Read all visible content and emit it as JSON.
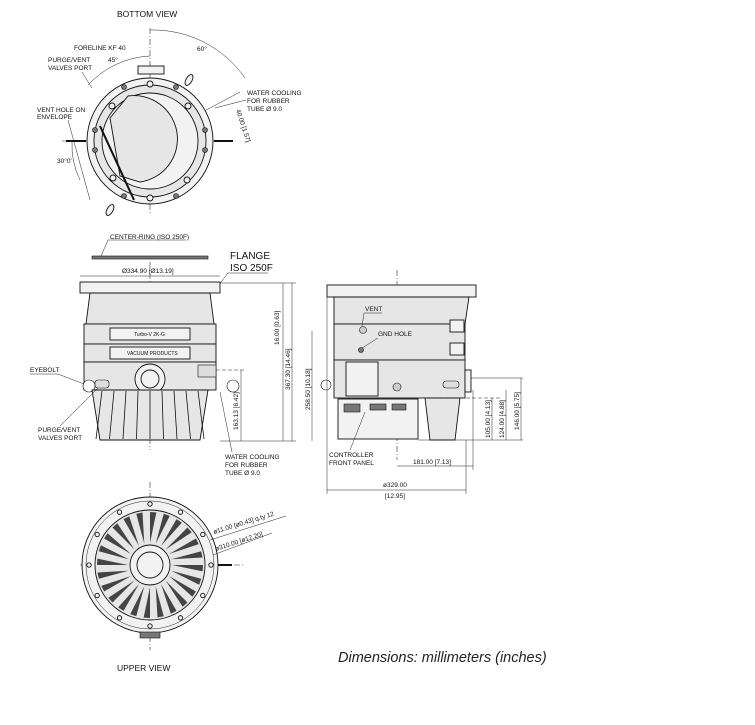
{
  "bottom_view": {
    "title": "BOTTOM VIEW",
    "foreline": "FORELINE KF 40",
    "purge_vent": [
      "PURGE/VENT",
      "VALVES PORT"
    ],
    "vent_hole": [
      "VENT HOLE ON",
      "ENVELOPE"
    ],
    "water_cooling": [
      "WATER COOLING",
      "FOR RUBBER",
      "TUBE Ø 9.0"
    ],
    "angle_45": "45°",
    "angle_60": "60°",
    "angle_30": "30°0'",
    "dim_40": "40.00  [1.57]"
  },
  "front_view": {
    "center_ring": "CENTER-RING (ISO 250F)",
    "flange": [
      "FLANGE",
      "ISO 250F"
    ],
    "flange_dia": "Ø334.90 [Ø13.19]",
    "model_label": "Turbo-V 2K-G",
    "brand_label": "VACUUM PRODUCTS",
    "eyebolt": "EYEBOLT",
    "purge_vent": [
      "PURGE/VENT",
      "VALVES PORT"
    ],
    "water_cooling": [
      "WATER COOLING",
      "FOR RUBBER",
      "TUBE Ø 9.0"
    ],
    "dim_16": "16.00  [0.63]",
    "dim_367": "367.30  [14.46]",
    "dim_163": "163.13  [6.42]",
    "dim_258": "258.50  [10.18]"
  },
  "side_view": {
    "vent": "VENT",
    "gnd_hole": "GND HOLE",
    "controller": [
      "CONTROLLER",
      "FRONT PANEL"
    ],
    "dim_105": "105.00  [4.13]",
    "dim_124": "124.00  [4.88]",
    "dim_146": "146.00  [5.75]",
    "dim_181": "181.00  [7.13]",
    "dim_329": "ø329.00",
    "dim_329_in": "[12.95]"
  },
  "upper_view": {
    "title": "UPPER VIEW",
    "holes": "ø11.00  [ø0.43]  q.ty 12",
    "bolt_circle": "ø310.00  [ø12.20]"
  },
  "footnote": "Dimensions: millimeters (inches)"
}
